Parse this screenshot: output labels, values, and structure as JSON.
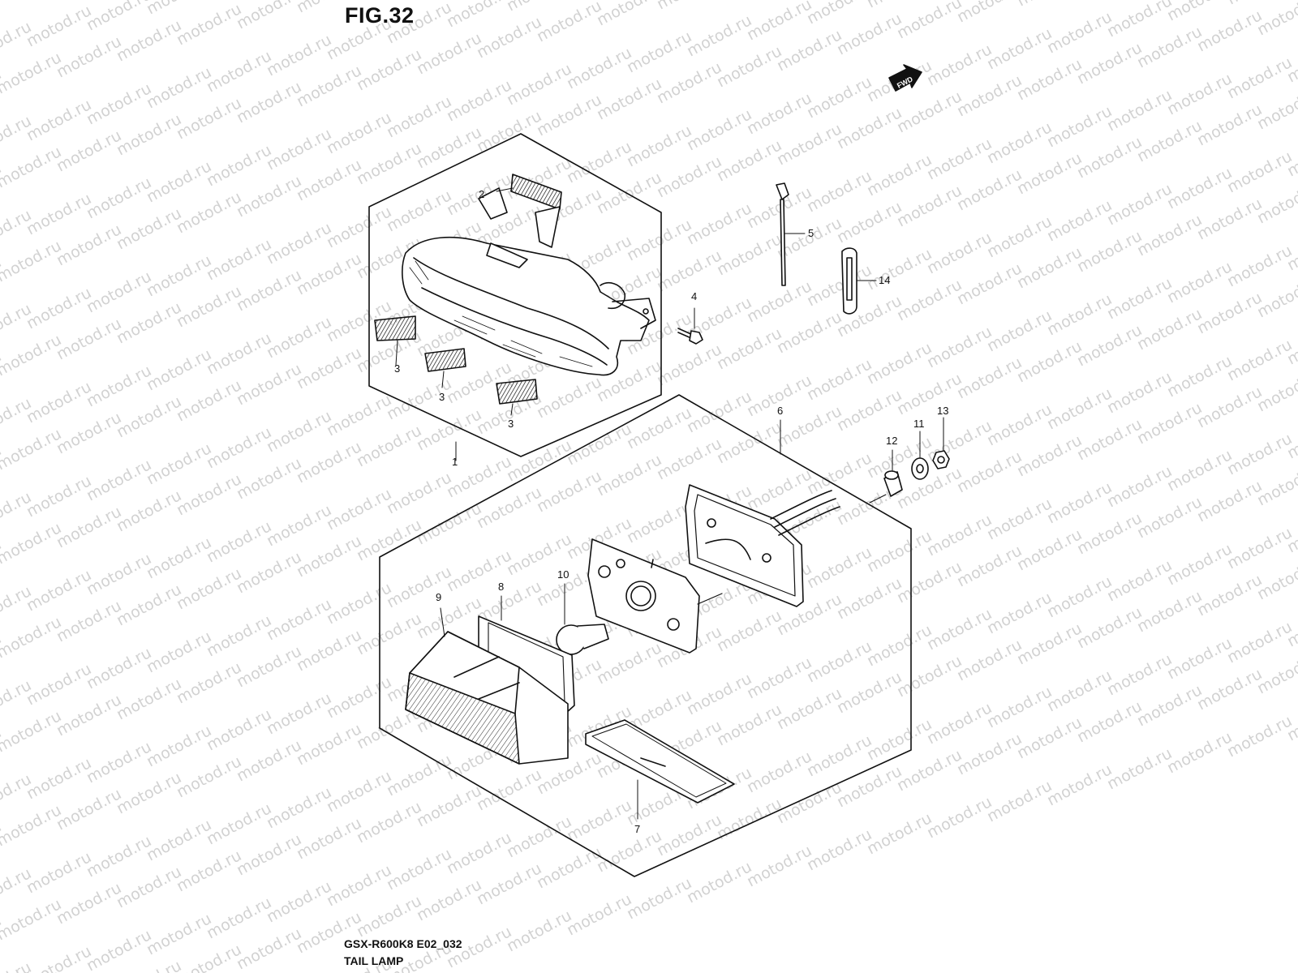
{
  "figure": {
    "title": "FIG.32",
    "model_code": "GSX-R600K8 E02_032",
    "assembly_name": "TAIL LAMP"
  },
  "watermark": {
    "text": "motod.ru"
  },
  "direction_badge": {
    "label": "FWD"
  },
  "callouts": [
    {
      "id": "c1",
      "label": "1"
    },
    {
      "id": "c2",
      "label": "2"
    },
    {
      "id": "c3a",
      "label": "3"
    },
    {
      "id": "c3b",
      "label": "3"
    },
    {
      "id": "c3c",
      "label": "3"
    },
    {
      "id": "c4",
      "label": "4"
    },
    {
      "id": "c5",
      "label": "5"
    },
    {
      "id": "c6",
      "label": "6"
    },
    {
      "id": "c7",
      "label": "7"
    },
    {
      "id": "c8",
      "label": "8"
    },
    {
      "id": "c9",
      "label": "9"
    },
    {
      "id": "c10",
      "label": "10"
    },
    {
      "id": "c11",
      "label": "11"
    },
    {
      "id": "c12",
      "label": "12"
    },
    {
      "id": "c13",
      "label": "13"
    },
    {
      "id": "c14",
      "label": "14"
    }
  ],
  "colors": {
    "line": "#111111",
    "watermark": "#d2d2d2",
    "background": "#ffffff"
  }
}
